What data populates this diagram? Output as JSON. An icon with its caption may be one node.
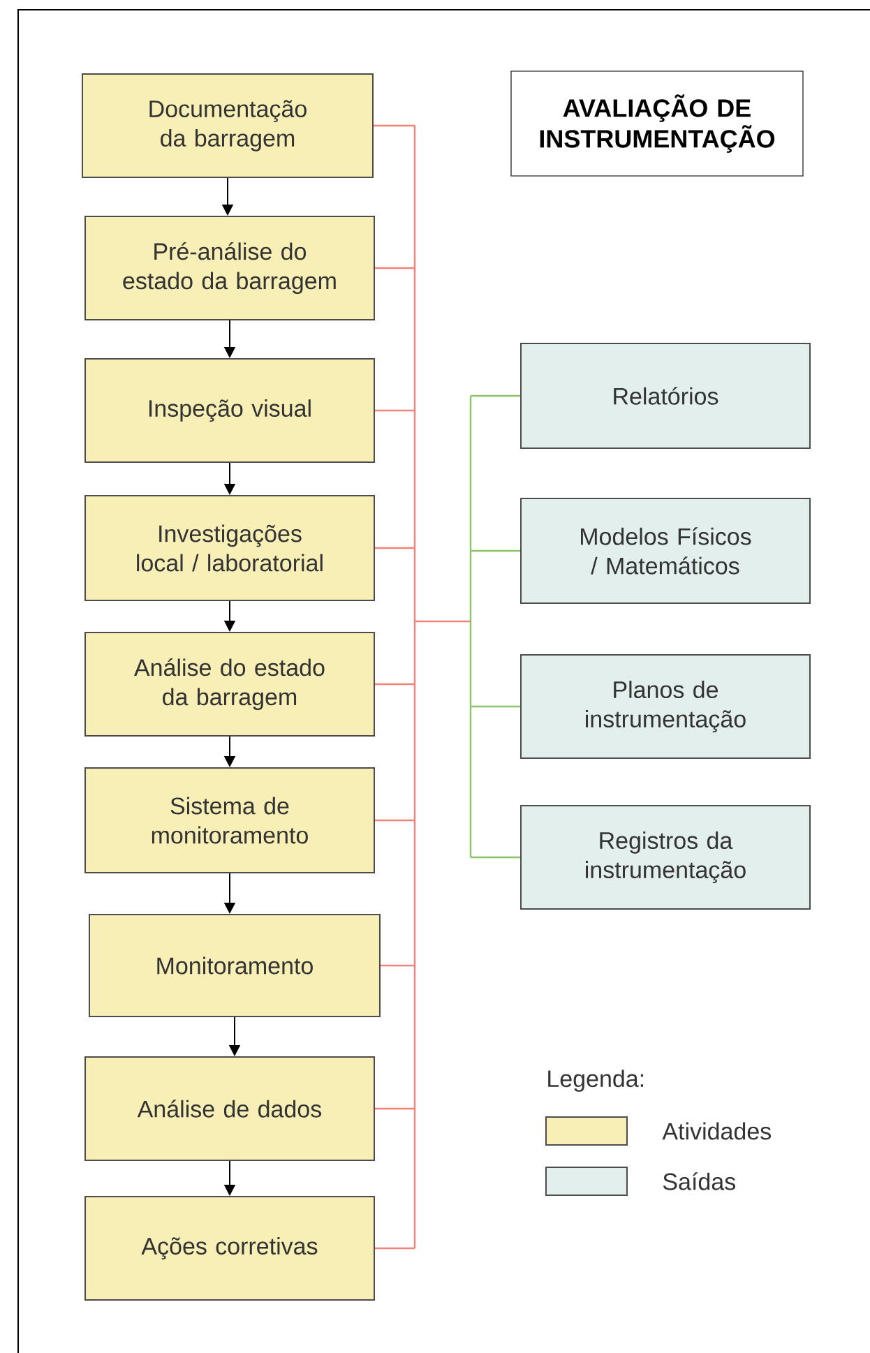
{
  "diagram": {
    "title": "AVALIAÇÃO DE INSTRUMENTAÇÃO",
    "nodes": [
      {
        "text": [
          "Documentação da barragem"
        ]
      },
      {
        "text": [
          "Pré-análise do estado da barragem"
        ]
      },
      {
        "text": [
          "Inspeção visual"
        ]
      },
      {
        "text": [
          "Investigações local / laboratorial"
        ]
      },
      {
        "text": [
          "Análise do estado da barragem"
        ]
      },
      {
        "text": [
          "Sistema de monitoramento"
        ]
      },
      {
        "text": [
          "Monitoramento"
        ]
      },
      {
        "text": [
          "Análise de dados"
        ]
      },
      {
        "text": [
          "Ações corretivas"
        ]
      },
      {
        "text": [
          "Relatórios"
        ]
      },
      {
        "text": [
          "Modelos Físicos / Matemáticos"
        ]
      },
      {
        "text": [
          "Planos de instrumentação"
        ]
      },
      {
        "text": [
          "Registros da instrumentação"
        ]
      }
    ],
    "edges": [
      {
        "from": 0,
        "to": 1,
        "arrow": "to",
        "color": "#000000"
      },
      {
        "from": 1,
        "to": 2,
        "arrow": "to",
        "color": "#000000"
      },
      {
        "from": 2,
        "to": 3,
        "arrow": "to",
        "color": "#000000"
      },
      {
        "from": 3,
        "to": 4,
        "arrow": "to",
        "color": "#000000"
      },
      {
        "from": 4,
        "to": 5,
        "arrow": "to",
        "color": "#000000"
      },
      {
        "from": 5,
        "to": 6,
        "arrow": "to",
        "color": "#000000"
      },
      {
        "from": 6,
        "to": 7,
        "arrow": "to",
        "color": "#000000"
      },
      {
        "from": 7,
        "to": 8,
        "arrow": "to",
        "color": "#000000"
      },
      {
        "from": 0,
        "to": 9,
        "arrow": "none",
        "color": "#f4827a"
      },
      {
        "from": 0,
        "to": 10,
        "arrow": "none",
        "color": "#f4827a"
      },
      {
        "from": 0,
        "to": 11,
        "arrow": "none",
        "color": "#f4827a"
      },
      {
        "from": 0,
        "to": 12,
        "arrow": "none",
        "color": "#f4827a"
      },
      {
        "from": 1,
        "to": 9,
        "arrow": "none",
        "color": "#f4827a"
      },
      {
        "from": 1,
        "to": 10,
        "arrow": "none",
        "color": "#f4827a"
      },
      {
        "from": 1,
        "to": 11,
        "arrow": "none",
        "color": "#f4827a"
      },
      {
        "from": 1,
        "to": 12,
        "arrow": "none",
        "color": "#f4827a"
      },
      {
        "from": 2,
        "to": 9,
        "arrow": "none",
        "color": "#f4827a"
      },
      {
        "from": 2,
        "to": 10,
        "arrow": "none",
        "color": "#f4827a"
      },
      {
        "from": 2,
        "to": 11,
        "arrow": "none",
        "color": "#f4827a"
      },
      {
        "from": 2,
        "to": 12,
        "arrow": "none",
        "color": "#f4827a"
      },
      {
        "from": 3,
        "to": 9,
        "arrow": "none",
        "color": "#f4827a"
      },
      {
        "from": 3,
        "to": 10,
        "arrow": "none",
        "color": "#f4827a"
      },
      {
        "from": 3,
        "to": 11,
        "arrow": "none",
        "color": "#f4827a"
      },
      {
        "from": 3,
        "to": 12,
        "arrow": "none",
        "color": "#f4827a"
      },
      {
        "from": 4,
        "to": 9,
        "arrow": "none",
        "color": "#f4827a"
      },
      {
        "from": 4,
        "to": 10,
        "arrow": "none",
        "color": "#f4827a"
      },
      {
        "from": 4,
        "to": 11,
        "arrow": "none",
        "color": "#f4827a"
      },
      {
        "from": 4,
        "to": 12,
        "arrow": "none",
        "color": "#f4827a"
      },
      {
        "from": 5,
        "to": 9,
        "arrow": "none",
        "color": "#f4827a"
      },
      {
        "from": 5,
        "to": 10,
        "arrow": "none",
        "color": "#f4827a"
      },
      {
        "from": 5,
        "to": 11,
        "arrow": "none",
        "color": "#f4827a"
      },
      {
        "from": 5,
        "to": 12,
        "arrow": "none",
        "color": "#f4827a"
      },
      {
        "from": 6,
        "to": 9,
        "arrow": "none",
        "color": "#f4827a"
      },
      {
        "from": 6,
        "to": 10,
        "arrow": "none",
        "color": "#f4827a"
      },
      {
        "from": 6,
        "to": 11,
        "arrow": "none",
        "color": "#f4827a"
      },
      {
        "from": 6,
        "to": 12,
        "arrow": "none",
        "color": "#f4827a"
      },
      {
        "from": 7,
        "to": 9,
        "arrow": "none",
        "color": "#f4827a"
      },
      {
        "from": 7,
        "to": 10,
        "arrow": "none",
        "color": "#f4827a"
      },
      {
        "from": 7,
        "to": 11,
        "arrow": "none",
        "color": "#f4827a"
      },
      {
        "from": 7,
        "to": 12,
        "arrow": "none",
        "color": "#f4827a"
      },
      {
        "from": 8,
        "to": 9,
        "arrow": "none",
        "color": "#f4827a"
      },
      {
        "from": 8,
        "to": 10,
        "arrow": "none",
        "color": "#f4827a"
      },
      {
        "from": 8,
        "to": 11,
        "arrow": "none",
        "color": "#f4827a"
      },
      {
        "from": 8,
        "to": 12,
        "arrow": "none",
        "color": "#f4827a"
      }
    ],
    "labels": [
      "Legenda:"
    ],
    "legend": [
      {
        "text": "Atividades",
        "color": "#f8efb6"
      },
      {
        "text": "Saídas",
        "color": "#e2efec"
      }
    ]
  }
}
